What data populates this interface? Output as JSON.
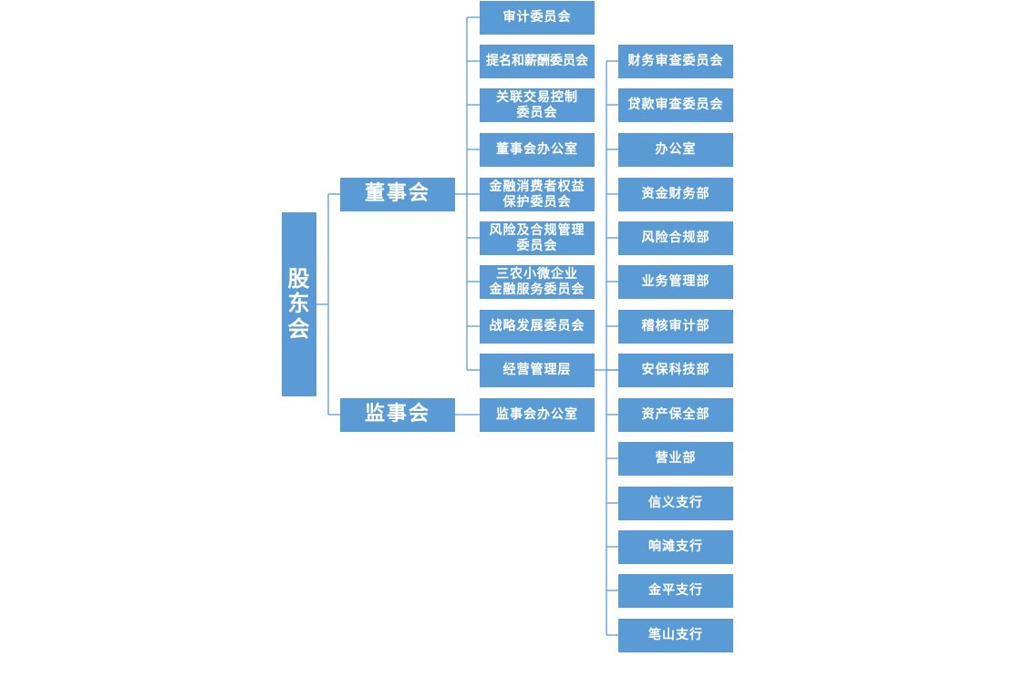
{
  "root": {
    "label": "股\n东\n会"
  },
  "boards": [
    {
      "label": "董事会"
    },
    {
      "label": "监事会"
    }
  ],
  "board_units": [
    {
      "label": "审计委员会"
    },
    {
      "label": "提名和薪酬委员会"
    },
    {
      "label": "关联交易控制\n委员会"
    },
    {
      "label": "董事会办公室"
    },
    {
      "label": "金融消费者权益\n保护委员会"
    },
    {
      "label": "风险及合规管理\n委员会"
    },
    {
      "label": "三农小微企业\n金融服务委员会"
    },
    {
      "label": "战略发展委员会"
    },
    {
      "label": "经营管理层"
    }
  ],
  "supervisory_units": [
    {
      "label": "监事会办公室"
    }
  ],
  "departments": [
    {
      "label": "财务审查委员会"
    },
    {
      "label": "贷款审查委员会"
    },
    {
      "label": "办公室"
    },
    {
      "label": "资金财务部"
    },
    {
      "label": "风险合规部"
    },
    {
      "label": "业务管理部"
    },
    {
      "label": "稽核审计部"
    },
    {
      "label": "安保科技部"
    },
    {
      "label": "资产保全部"
    },
    {
      "label": "营业部"
    },
    {
      "label": "信义支行"
    },
    {
      "label": "响滩支行"
    },
    {
      "label": "金平支行"
    },
    {
      "label": "笔山支行"
    }
  ],
  "colors": {
    "node_fill": "#5b9bd5",
    "node_text": "#ffffff",
    "connector": "#5b9bd5"
  }
}
